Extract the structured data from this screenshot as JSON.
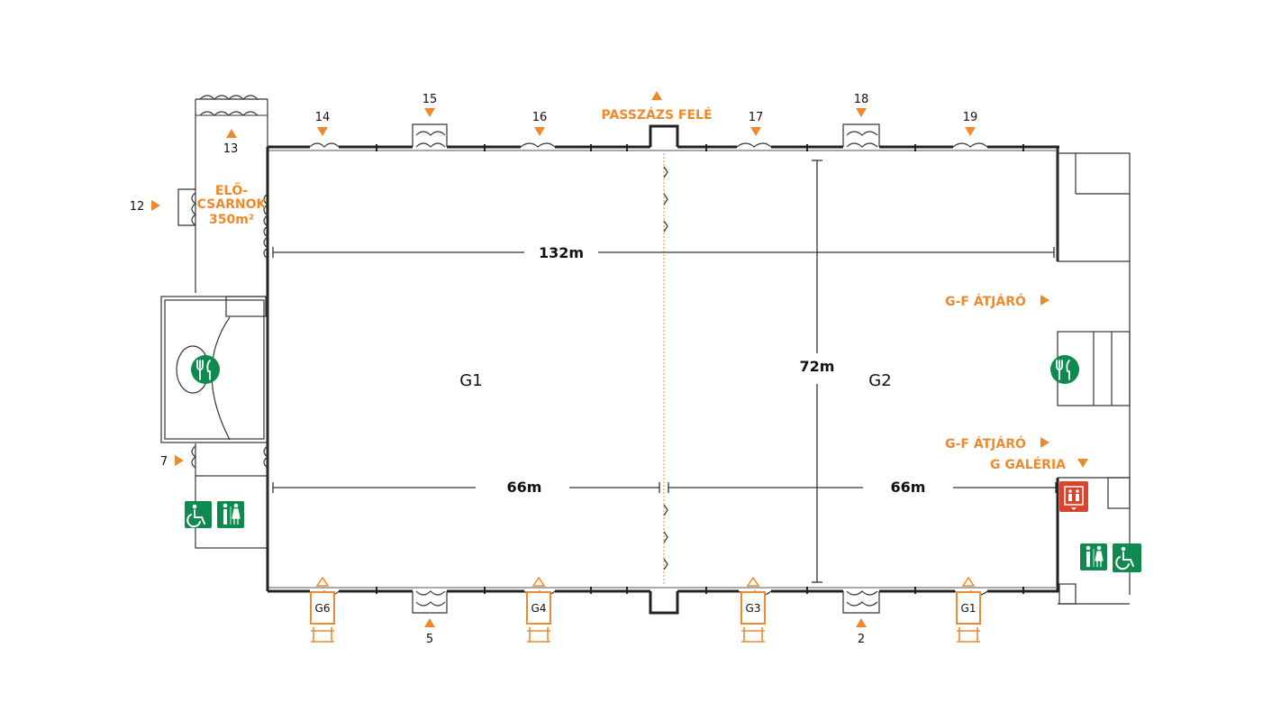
{
  "halls": {
    "g1": "G1",
    "g2": "G2"
  },
  "dimensions": {
    "length": "132m",
    "width": "72m",
    "half_left": "66m",
    "half_right": "66m"
  },
  "labels": {
    "lobby_line1": "ELŐ-",
    "lobby_line2": "CSARNOK",
    "lobby_area": "350m²",
    "passage": "PASSZÁZS FELÉ",
    "gf_passage_1": "G-F ÁTJÁRÓ",
    "gf_passage_2": "G-F ÁTJÁRÓ",
    "g_gallery": "G GALÉRIA"
  },
  "entrances": {
    "e2": "2",
    "e5": "5",
    "e7": "7",
    "e12": "12",
    "e13": "13",
    "e14": "14",
    "e15": "15",
    "e16": "16",
    "e17": "17",
    "e18": "18",
    "e19": "19"
  },
  "gates": {
    "g6": "G6",
    "g4": "G4",
    "g3": "G3",
    "g1": "G1"
  },
  "colors": {
    "accent": "#ee8a2e",
    "facility_green": "#0f8a4f",
    "elevator_red": "#d9442c",
    "wall": "#222222"
  },
  "icons": [
    "restaurant-icon",
    "wheelchair-icon",
    "restroom-icon",
    "elevator-icon",
    "arrow-up-icon",
    "arrow-down-icon",
    "arrow-right-icon"
  ]
}
